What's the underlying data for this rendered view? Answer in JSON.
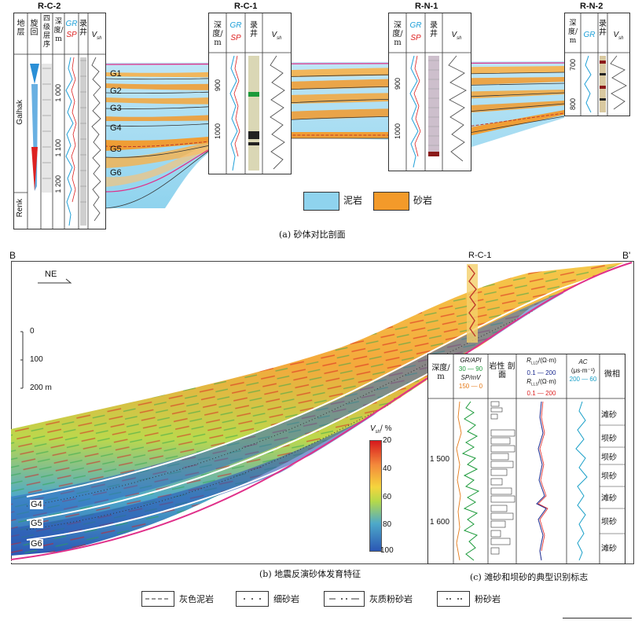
{
  "panel_a": {
    "wells": {
      "w1": "R-C-2",
      "w2": "R-C-1",
      "w3": "R-N-1",
      "w4": "R-N-2"
    },
    "headers": {
      "strata": "地 层",
      "cycle": "旋 回",
      "level4": "四级 层序",
      "depth": "深度/ m",
      "gr": "GR",
      "sp": "SP",
      "mudlog": "录 井",
      "vsh": "V",
      "vsh_sub": "sh"
    },
    "formations": {
      "upper": "Galhak",
      "lower": "Renk"
    },
    "zones": [
      "G1",
      "G2",
      "G3",
      "G4",
      "G5",
      "G6"
    ],
    "depths": {
      "w1": [
        "1 000",
        "1 100",
        "1 200"
      ],
      "w2": [
        "900",
        "1000"
      ],
      "w3": [
        "900",
        "1000"
      ],
      "w4": [
        "700",
        "800"
      ]
    },
    "legend": {
      "mudstone": "泥岩",
      "sandstone": "砂岩"
    },
    "caption": "(a) 砂体对比剖面",
    "colors": {
      "mudstone": "#8fd3ee",
      "sandstone": "#f39a2a",
      "boundary": "#e0308a"
    }
  },
  "panel_b": {
    "left_label": "B",
    "right_label": "B'",
    "well": "R-C-1",
    "direction": "NE",
    "scale": {
      "ticks": [
        "0",
        "100",
        "200 m"
      ]
    },
    "colorbar": {
      "title": "V",
      "title_sub": "sh",
      "title_unit": "/ %",
      "ticks": [
        "20",
        "40",
        "60",
        "80",
        "100"
      ],
      "colors": [
        "#d7191c",
        "#f48a3b",
        "#f5d53d",
        "#b4d94a",
        "#4ea9c9",
        "#2b57b4"
      ]
    },
    "zones": [
      "G4",
      "G5",
      "G6"
    ],
    "caption": "(b) 地震反演砂体发育特征"
  },
  "panel_c": {
    "headers": {
      "depth": "深度/ m",
      "gr": "GR/API",
      "gr_range": "30 — 90",
      "sp": "SP/mV",
      "sp_range": "150 — 0",
      "lith": "岩性 剖面",
      "rlld": "R",
      "rlld_sub": "LLD",
      "rlld_unit": "/(Ω·m)",
      "rlld_range": "0.1 — 200",
      "rlls": "R",
      "rlls_sub": "LLS",
      "rlls_unit": "/(Ω·m)",
      "rlls_range": "0.1 — 200",
      "ac": "AC",
      "ac_unit": "(μs·m⁻¹)",
      "ac_range": "200 — 60",
      "facies": "微相"
    },
    "depths": [
      "1 500",
      "1 600"
    ],
    "facies": [
      "滩砂",
      "坝砂",
      "坝砂",
      "坝砂",
      "滩砂",
      "坝砂",
      "滩砂"
    ],
    "caption": "(c) 滩砂和坝砂的典型识别标志"
  },
  "bottom_legend": {
    "gray_mudstone": "灰色泥岩",
    "fine_sandstone": "细砂岩",
    "calc_siltstone": "灰质粉砂岩",
    "siltstone": "粉砂岩"
  }
}
